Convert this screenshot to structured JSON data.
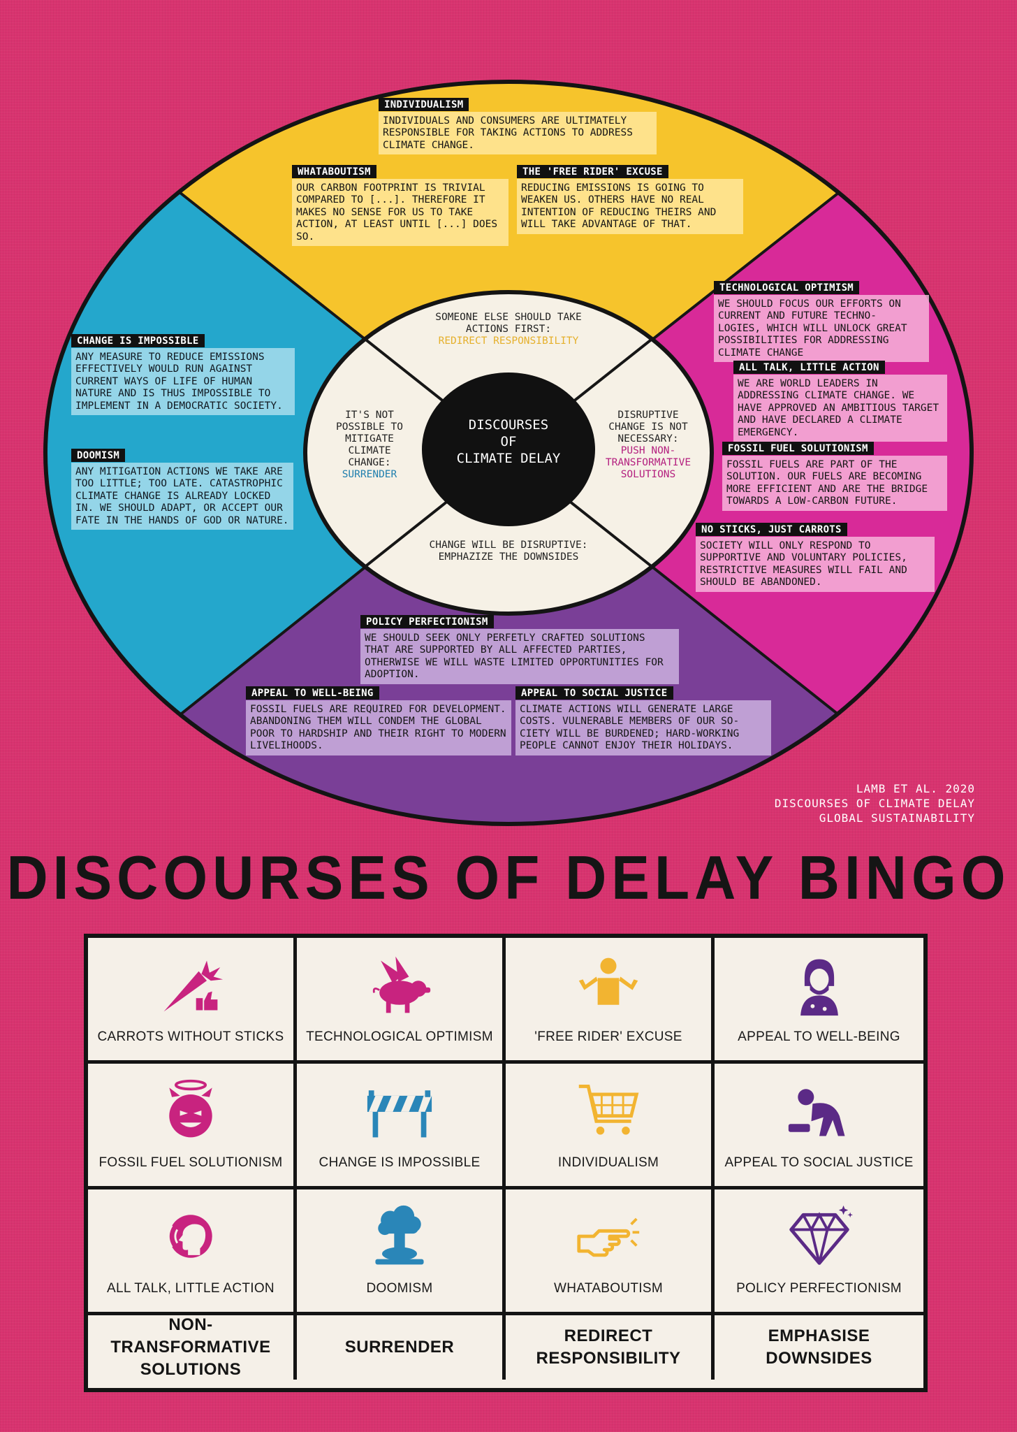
{
  "colors": {
    "background": "#d8336f",
    "individualism": "#f6c42c",
    "non_transformative": "#d82a98",
    "surrender": "#24a7cc",
    "emphasise_downsides": "#7a3f97",
    "center": "#111111",
    "paper": "#f5f0e8"
  },
  "wheel": {
    "center_title": [
      "DISCOURSES",
      "OF",
      "CLIMATE DELAY"
    ],
    "inner": {
      "top": {
        "text": [
          "SOMEONE ELSE SHOULD TAKE",
          "ACTIONS FIRST:"
        ],
        "highlight": "REDIRECT RESPONSIBILITY"
      },
      "left": {
        "text": [
          "IT'S NOT",
          "POSSIBLE TO",
          "MITIGATE",
          "CLIMATE",
          "CHANGE:"
        ],
        "highlight": "SURRENDER"
      },
      "right": {
        "text": [
          "DISRUPTIVE",
          "CHANGE IS NOT",
          "NECESSARY:"
        ],
        "highlight": [
          "PUSH NON-",
          "TRANSFORMATIVE",
          "SOLUTIONS"
        ]
      },
      "bottom": {
        "text": [
          "CHANGE WILL BE DISRUPTIVE:",
          "EMPHAZIZE THE DOWNSIDES"
        ]
      }
    },
    "discourses": {
      "individualism": {
        "tag": "INDIVIDUALISM",
        "text": "INDIVIDUALS AND CONSUMERS ARE ULTIMATELY RESPONSIBLE FOR TAKING ACTIONS TO ADDRESS CLIMATE CHANGE."
      },
      "whataboutism": {
        "tag": "WHATABOUTISM",
        "text": "OUR CARBON FOOTPRINT IS TRIVIAL COMPARED TO [...]. THEREFORE IT MAKES NO SENSE FOR US TO TAKE ACTION, AT LEAST UNTIL [...] DOES SO."
      },
      "free_rider": {
        "tag": "THE 'FREE RIDER' EXCUSE",
        "text": "REDUCING EMISSIONS IS GOING TO WEAKEN US. OTHERS HAVE NO REAL INTENTION OF REDUCING THEIRS AND WILL TAKE ADVANTAGE OF THAT."
      },
      "tech_optimism": {
        "tag": "TECHNOLOGICAL OPTIMISM",
        "text": "WE SHOULD FOCUS OUR EFFORTS ON CURRENT AND FUTURE TECHNO- LOGIES, WHICH WILL UNLOCK GREAT POSSIBILITIES FOR ADDRESSING CLIMATE CHANGE"
      },
      "all_talk": {
        "tag": "ALL TALK, LITTLE ACTION",
        "text": "WE ARE WORLD LEADERS IN ADDRESSING CLIMATE CHANGE. WE HAVE APPROVED AN AMBITIOUS TARGET AND HAVE DECLARED A CLIMATE EMERGENCY."
      },
      "fossil_fuel": {
        "tag": "FOSSIL FUEL SOLUTIONISM",
        "text": "FOSSIL FUELS ARE PART OF THE SOLUTION. OUR FUELS ARE BECOMING MORE EFFICIENT AND ARE THE BRIDGE TOWARDS A LOW-CARBON FUTURE."
      },
      "no_sticks": {
        "tag": "NO STICKS, JUST CARROTS",
        "text": "SOCIETY WILL ONLY RESPOND TO SUPPORTIVE AND VOLUNTARY POLICIES, RESTRICTIVE MEASURES WILL FAIL AND SHOULD BE ABANDONED."
      },
      "change_impossible": {
        "tag": "CHANGE IS IMPOSSIBLE",
        "text": "ANY MEASURE TO REDUCE EMISSIONS EFFECTIVELY WOULD RUN AGAINST CURRENT WAYS OF LIFE OF HUMAN NATURE AND IS THUS IMPOSSIBLE TO IMPLEMENT IN A DEMOCRATIC SOCIETY."
      },
      "doomism": {
        "tag": "DOOMISM",
        "text": "ANY MITIGATION ACTIONS WE TAKE ARE TOO LITTLE; TOO LATE. CATASTROPHIC CLIMATE CHANGE IS ALREADY LOCKED IN. WE SHOULD ADAPT, OR ACCEPT OUR FATE IN THE HANDS OF GOD OR NATURE."
      },
      "policy_perfectionism": {
        "tag": "POLICY PERFECTIONISM",
        "text": "WE SHOULD SEEK ONLY PERFETLY CRAFTED SOLUTIONS THAT ARE SUPPORTED BY ALL AFFECTED PARTIES, OTHERWISE WE WILL WASTE LIMITED OPPORTUNITIES FOR ADOPTION."
      },
      "well_being": {
        "tag": "APPEAL TO WELL-BEING",
        "text": "FOSSIL FUELS ARE REQUIRED FOR DEVELOPMENT. ABANDONING THEM WILL CONDEM THE GLOBAL POOR TO HARDSHIP AND THEIR RIGHT TO MODERN LIVELIHOODS."
      },
      "social_justice": {
        "tag": "APPEAL TO SOCIAL JUSTICE",
        "text": "CLIMATE ACTIONS WILL GENERATE LARGE COSTS. VULNERABLE MEMBERS OF OUR SO- CIETY WILL BE BURDENED; HARD-WORKING PEOPLE CANNOT ENJOY THEIR HOLIDAYS."
      }
    }
  },
  "credit": [
    "LAMB ET AL. 2020",
    "DISCOURSES OF CLIMATE DELAY",
    "GLOBAL SUSTAINABILITY"
  ],
  "bingo": {
    "title": "DISCOURSES OF DELAY BINGO",
    "cells": [
      {
        "label": "CARROTS WITHOUT STICKS",
        "icon": "carrot-thumbs-up-icon",
        "color": "#c8237f"
      },
      {
        "label": "TECHNOLOGICAL OPTIMISM",
        "icon": "flying-pig-icon",
        "color": "#c8237f"
      },
      {
        "label": "'FREE RIDER' EXCUSE",
        "icon": "shrugging-person-icon",
        "color": "#f2b431"
      },
      {
        "label": "APPEAL TO WELL-BEING",
        "icon": "caveman-icon",
        "color": "#5b2a86"
      },
      {
        "label": "FOSSIL FUEL SOLUTIONISM",
        "icon": "devil-angel-icon",
        "color": "#c8237f"
      },
      {
        "label": "CHANGE IS IMPOSSIBLE",
        "icon": "barrier-icon",
        "color": "#2a86b8"
      },
      {
        "label": "INDIVIDUALISM",
        "icon": "shopping-cart-icon",
        "color": "#f2b431"
      },
      {
        "label": "APPEAL TO SOCIAL JUSTICE",
        "icon": "crouching-person-icon",
        "color": "#5b2a86"
      },
      {
        "label": "ALL TALK, LITTLE ACTION",
        "icon": "talking-head-icon",
        "color": "#c8237f"
      },
      {
        "label": "DOOMISM",
        "icon": "mushroom-cloud-icon",
        "color": "#2a86b8"
      },
      {
        "label": "WHATABOUTISM",
        "icon": "pointing-hand-icon",
        "color": "#f2b431"
      },
      {
        "label": "POLICY PERFECTIONISM",
        "icon": "diamond-icon",
        "color": "#5b2a86"
      }
    ],
    "categories": [
      [
        "NON- TRANSFORMATIVE",
        "SOLUTIONS"
      ],
      [
        "SURRENDER"
      ],
      [
        "REDIRECT",
        "RESPONSIBILITY"
      ],
      [
        "EMPHASISE",
        "DOWNSIDES"
      ]
    ]
  }
}
